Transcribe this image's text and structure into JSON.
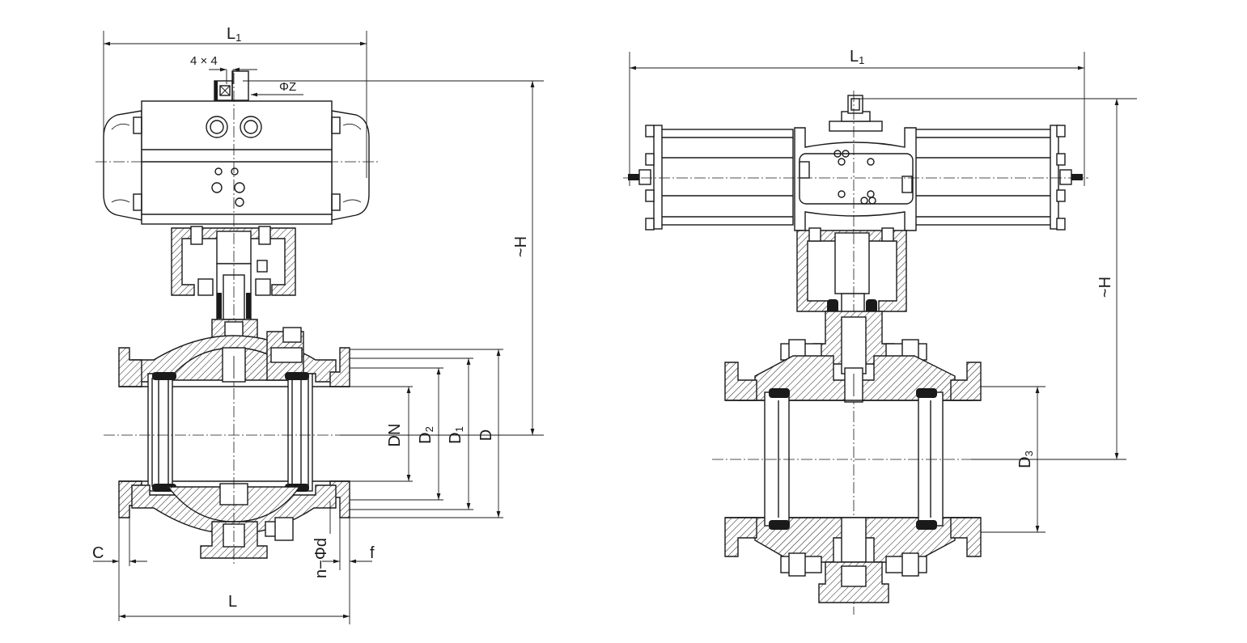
{
  "left_view": {
    "labels": {
      "L1": {
        "main": "L",
        "sub": "1"
      },
      "square": "4 × 4",
      "phiZ": "ΦZ",
      "H": "~H",
      "DN": "DN",
      "D2": {
        "main": "D",
        "sub": "2"
      },
      "D1": {
        "main": "D",
        "sub": "1"
      },
      "D": "D",
      "C": "C",
      "f": "f",
      "nphid": "n−Φd",
      "L": "L"
    }
  },
  "right_view": {
    "labels": {
      "L1": {
        "main": "L",
        "sub": "1"
      },
      "H": "~H",
      "D3": {
        "main": "D",
        "sub": "3"
      }
    }
  }
}
